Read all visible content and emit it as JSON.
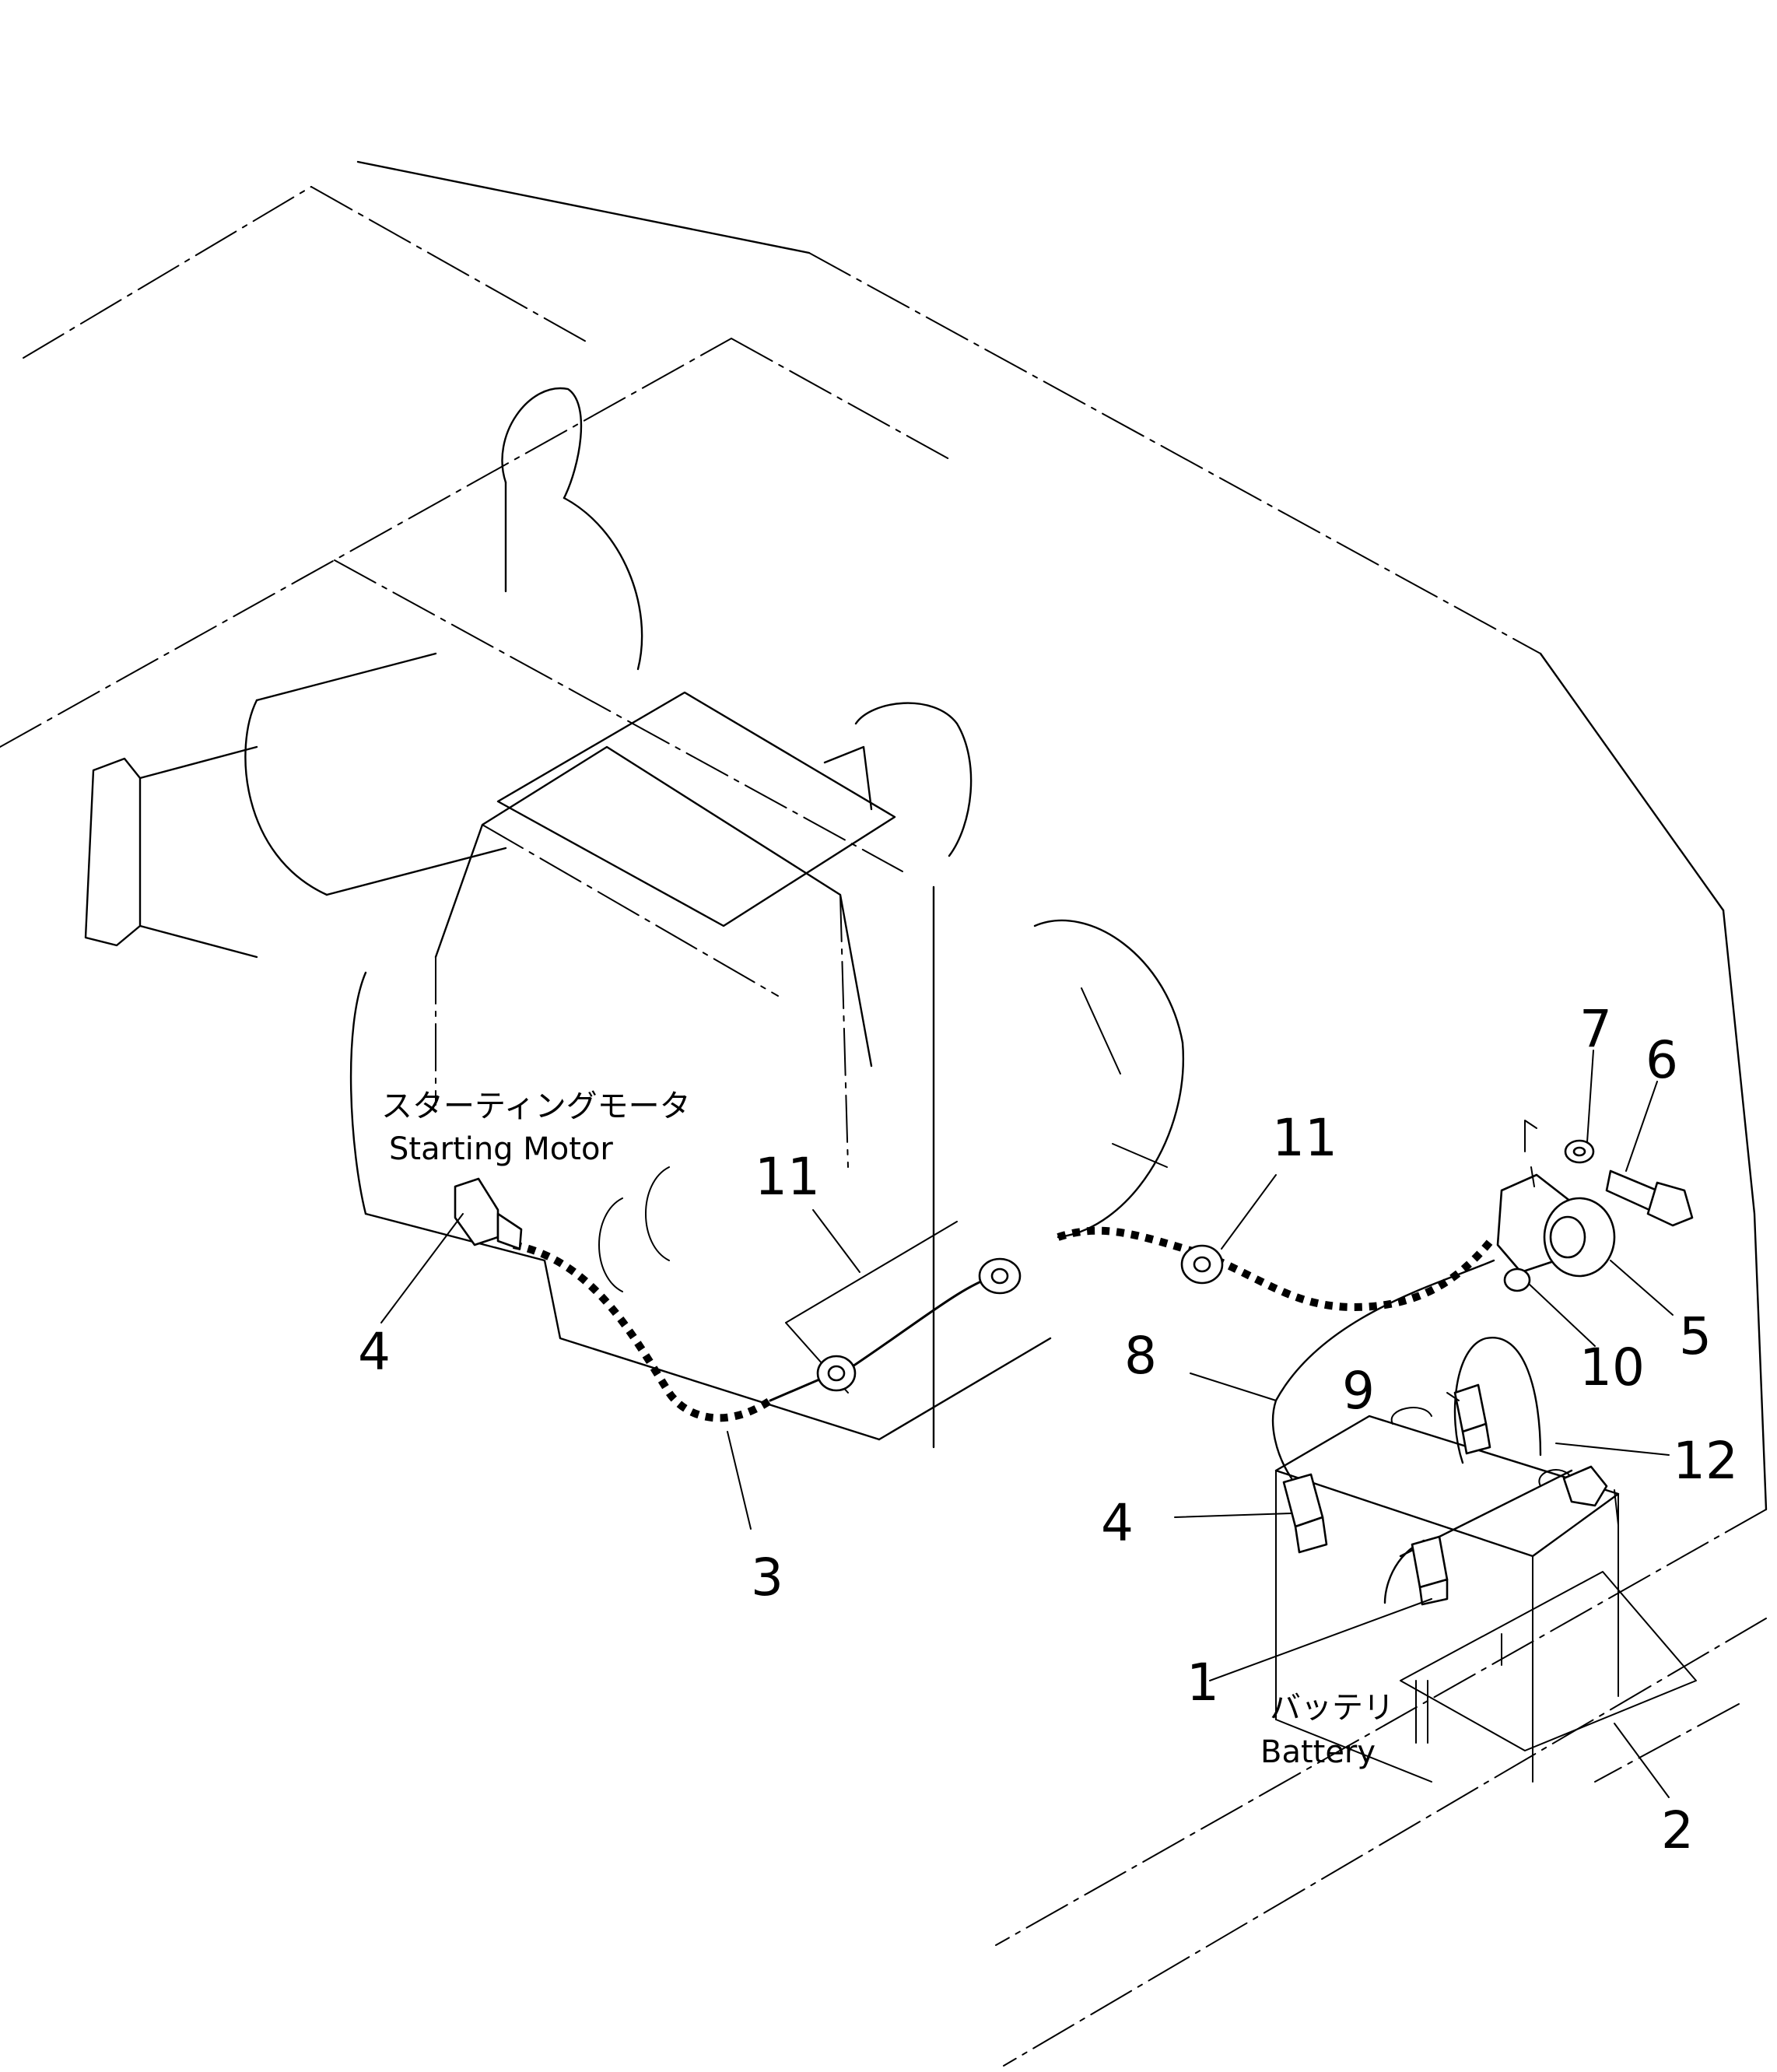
{
  "labels": {
    "starting_motor_jp": "スターティングモータ",
    "starting_motor_en": "Starting Motor",
    "battery_jp": "バッテリ",
    "battery_en": "Battery"
  },
  "callouts": {
    "c7": "7",
    "c6": "6",
    "c11_right": "11",
    "c11_left": "11",
    "c4_left": "4",
    "c5": "5",
    "c10": "10",
    "c8": "8",
    "c9": "9",
    "c12": "12",
    "c4_right": "4",
    "c3": "3",
    "c1": "1",
    "c2": "2"
  }
}
